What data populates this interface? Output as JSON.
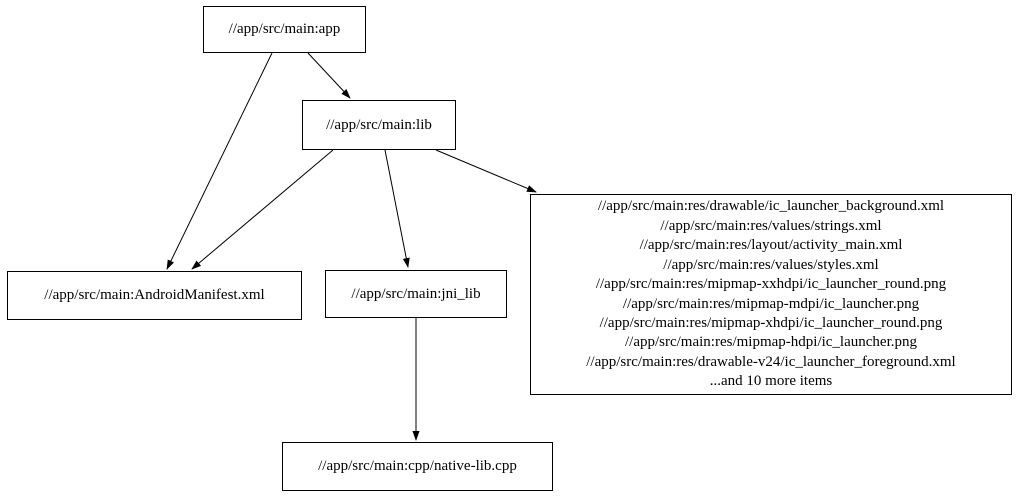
{
  "graph": {
    "type": "dependency-graph",
    "nodes": {
      "app": {
        "label": "//app/src/main:app"
      },
      "lib": {
        "label": "//app/src/main:lib"
      },
      "android_manifest": {
        "label": "//app/src/main:AndroidManifest.xml"
      },
      "jni_lib": {
        "label": "//app/src/main:jni_lib"
      },
      "resources": {
        "lines": [
          "//app/src/main:res/drawable/ic_launcher_background.xml",
          "//app/src/main:res/values/strings.xml",
          "//app/src/main:res/layout/activity_main.xml",
          "//app/src/main:res/values/styles.xml",
          "//app/src/main:res/mipmap-xxhdpi/ic_launcher_round.png",
          "//app/src/main:res/mipmap-mdpi/ic_launcher.png",
          "//app/src/main:res/mipmap-xhdpi/ic_launcher_round.png",
          "//app/src/main:res/mipmap-hdpi/ic_launcher.png",
          "//app/src/main:res/drawable-v24/ic_launcher_foreground.xml",
          "...and 10 more items"
        ]
      },
      "native_lib": {
        "label": "//app/src/main:cpp/native-lib.cpp"
      }
    },
    "edges": [
      {
        "from": "//app/src/main:app",
        "to": "//app/src/main:lib"
      },
      {
        "from": "//app/src/main:app",
        "to": "//app/src/main:AndroidManifest.xml"
      },
      {
        "from": "//app/src/main:lib",
        "to": "//app/src/main:AndroidManifest.xml"
      },
      {
        "from": "//app/src/main:lib",
        "to": "//app/src/main:jni_lib"
      },
      {
        "from": "//app/src/main:lib",
        "to": "resources-group"
      },
      {
        "from": "//app/src/main:jni_lib",
        "to": "//app/src/main:cpp/native-lib.cpp"
      }
    ],
    "colors": {
      "background": "#ffffff",
      "node_border": "#000000",
      "edge": "#000000",
      "text": "#000000"
    }
  }
}
